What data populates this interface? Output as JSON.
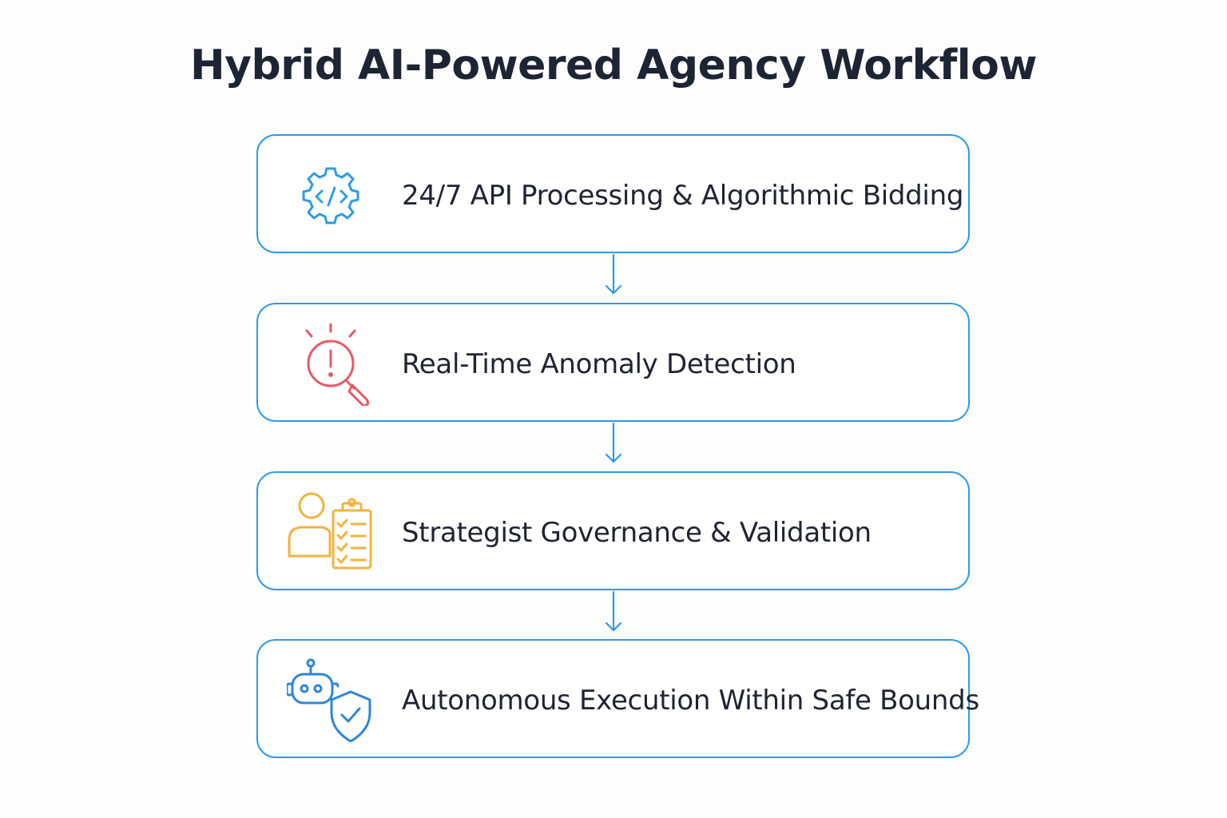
{
  "title": "Hybrid AI-Powered Agency Workflow",
  "colors": {
    "border": "#2d9be6",
    "arrow": "#2d9be6",
    "gear_icon": "#2f9be6",
    "anomaly_icon": "#e65a66",
    "governance_icon": "#f2b33d",
    "robot_icon": "#2d86dc"
  },
  "steps": [
    {
      "label": "24/7 API Processing & Algorithmic Bidding",
      "icon": "gear-code-icon"
    },
    {
      "label": "Real-Time Anomaly Detection",
      "icon": "magnifier-alert-icon"
    },
    {
      "label": "Strategist Governance & Validation",
      "icon": "person-checklist-icon"
    },
    {
      "label": "Autonomous Execution Within Safe Bounds",
      "icon": "robot-shield-icon"
    }
  ]
}
